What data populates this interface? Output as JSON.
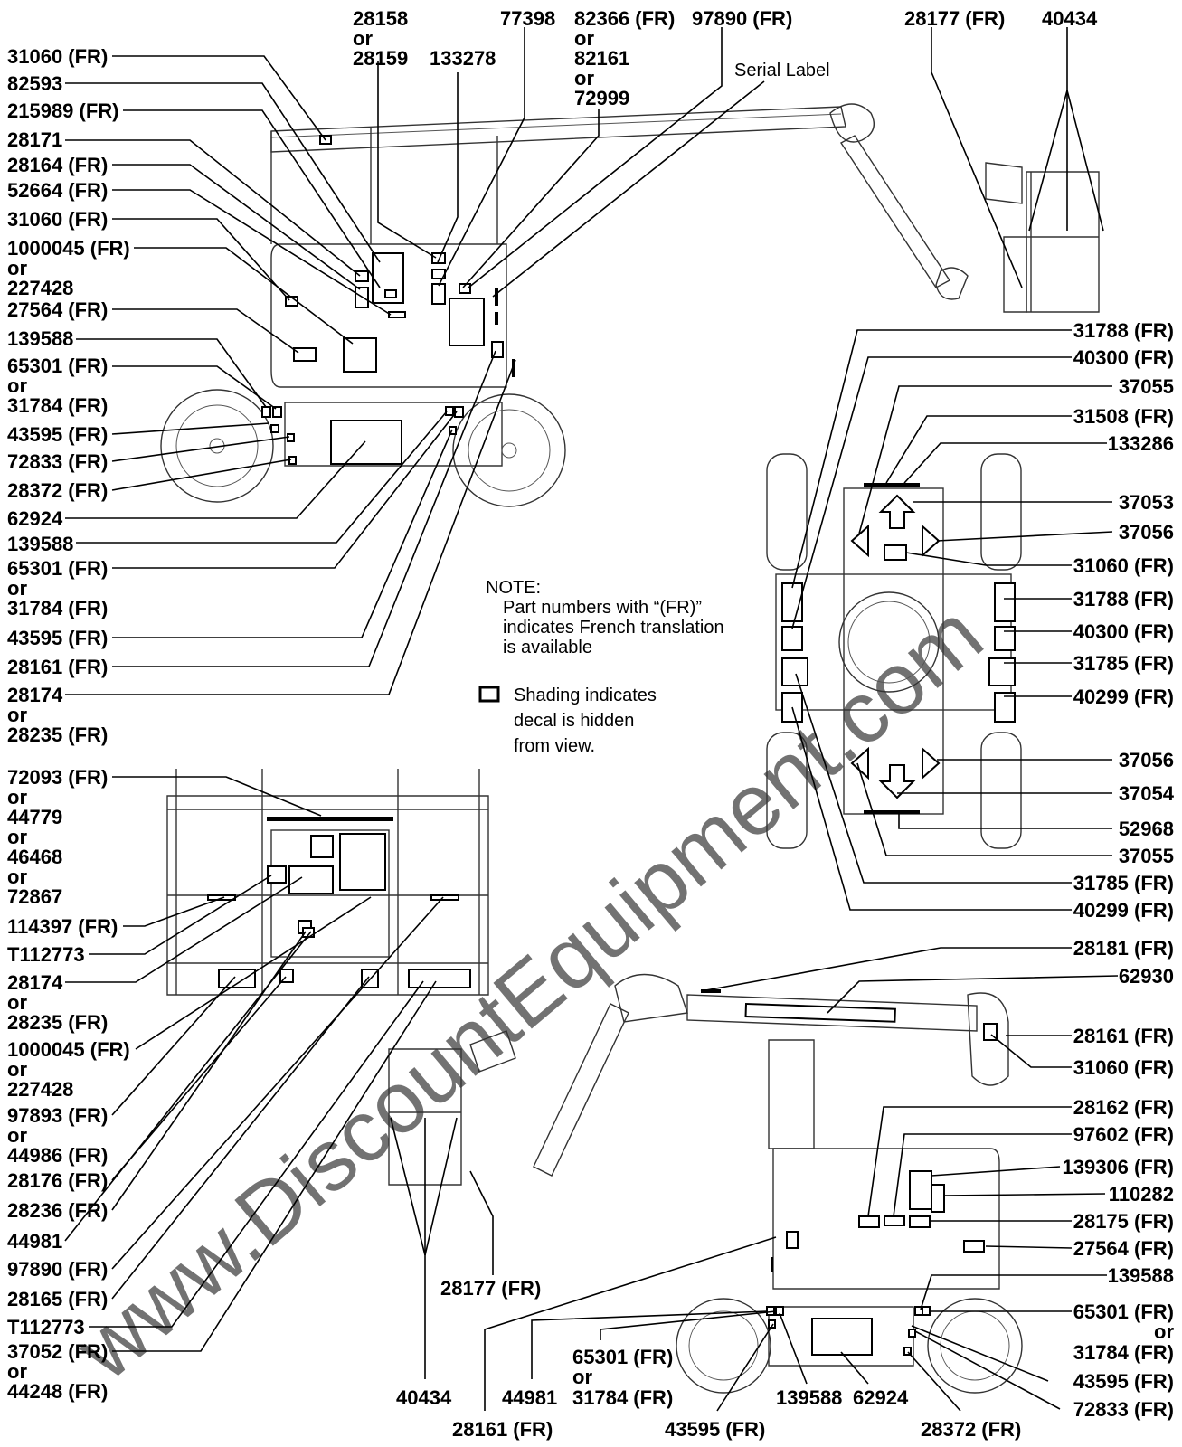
{
  "watermark": "www.DiscountEquipment.com",
  "serial_label": "Serial Label",
  "note": {
    "title": "NOTE:",
    "lines": [
      "Part numbers with “(FR)”",
      "indicates French translation",
      "is available"
    ]
  },
  "shading_legend": [
    "Shading indicates",
    "decal is hidden",
    "from view."
  ],
  "callouts": {
    "top_left": [
      "31060 (FR)",
      "82593",
      "215989 (FR)",
      "28171",
      "28164 (FR)",
      "52664 (FR)",
      "31060 (FR)",
      "1000045 (FR)",
      "or",
      "227428",
      "27564 (FR)",
      "139588",
      "65301 (FR)",
      "or",
      "31784 (FR)",
      "43595 (FR)",
      "72833 (FR)",
      "28372 (FR)",
      "62924",
      "139588",
      "65301 (FR)",
      "or",
      "31784 (FR)",
      "43595 (FR)",
      "28161 (FR)",
      "28174",
      "or",
      "28235 (FR)"
    ],
    "top": [
      "28158",
      "or",
      "28159",
      "133278",
      "77398",
      "82366 (FR)",
      "or",
      "82161",
      "or",
      "72999",
      "97890 (FR)",
      "28177 (FR)",
      "40434"
    ],
    "right_middle": [
      "31788 (FR)",
      "40300 (FR)",
      "37055",
      "31508 (FR)",
      "133286",
      "37053",
      "37056",
      "31060 (FR)",
      "31788 (FR)",
      "40300 (FR)",
      "31785 (FR)",
      "40299 (FR)",
      "37056",
      "37054",
      "52968",
      "37055",
      "31785 (FR)",
      "40299 (FR)"
    ],
    "bottom_left": [
      "72093 (FR)",
      "or",
      "44779",
      "or",
      "46468",
      "or",
      "72867",
      "114397 (FR)",
      "T112773",
      "28174",
      "or",
      "28235 (FR)",
      "1000045 (FR)",
      "or",
      "227428",
      "97893 (FR)",
      "or",
      "44986 (FR)",
      "28176 (FR)",
      "28236 (FR)",
      "44981",
      "97890 (FR)",
      "28165 (FR)",
      "T112773",
      "37052 (FR)",
      "or",
      "44248 (FR)"
    ],
    "bottom_right": [
      "28181 (FR)",
      "62930",
      "28161 (FR)",
      "31060 (FR)",
      "28162 (FR)",
      "97602 (FR)",
      "139306 (FR)",
      "110282",
      "28175 (FR)",
      "27564 (FR)",
      "139588",
      "65301 (FR)",
      "or",
      "31784 (FR)",
      "43595 (FR)",
      "72833 (FR)"
    ],
    "bottom_row": [
      "28177 (FR)",
      "40434",
      "44981",
      "65301 (FR)",
      "or",
      "31784 (FR)",
      "139588",
      "62924",
      "28161 (FR)",
      "43595 (FR)",
      "28372 (FR)"
    ]
  }
}
